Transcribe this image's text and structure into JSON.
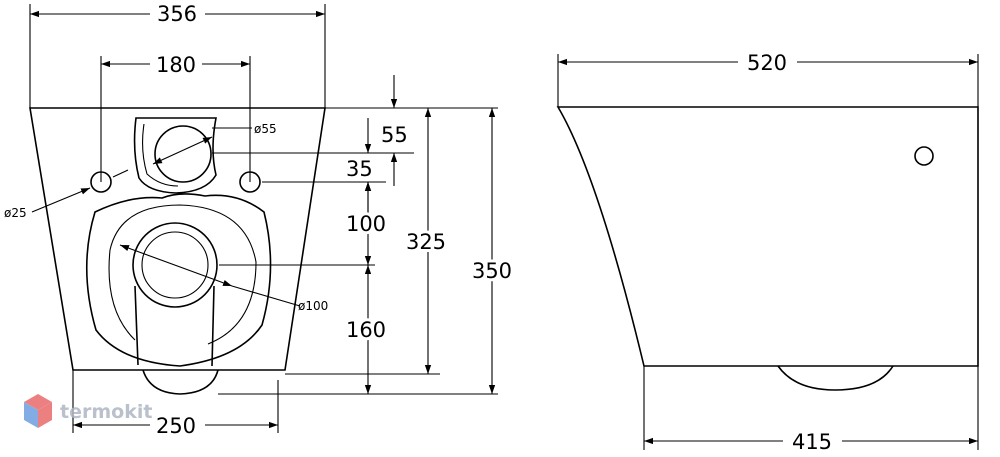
{
  "front_view": {
    "dimensions": {
      "total_width": "356",
      "fixing_holes_spacing": "180",
      "inlet_offset": "55",
      "holes_to_inlet": "35",
      "inlet_to_outlet": "100",
      "outlet_height": "160",
      "bolt_span": "325",
      "total_height": "350",
      "bottom_width": "250"
    },
    "diameters": {
      "inlet": "ø55",
      "fixing_hole": "ø25",
      "outlet": "ø100"
    }
  },
  "side_view": {
    "dimensions": {
      "total_depth": "520",
      "bottom_depth": "415"
    }
  },
  "watermark": {
    "text": "termokit",
    "colors": [
      "#e96a6a",
      "#6f9ee0",
      "#aeb6c4"
    ]
  }
}
